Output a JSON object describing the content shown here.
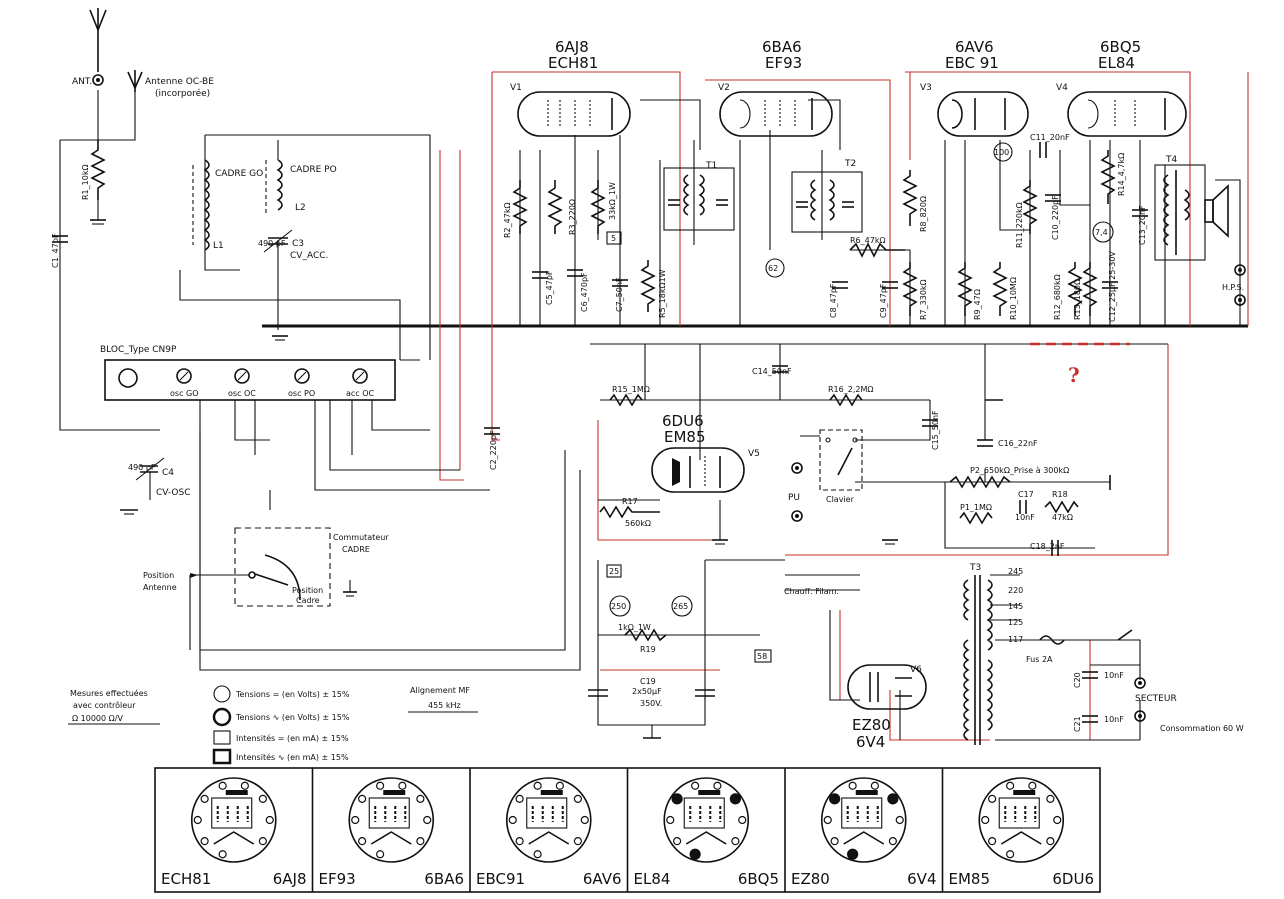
{
  "tubes": [
    {
      "id": "V1",
      "type1": "6AJ8",
      "type2": "ECH81"
    },
    {
      "id": "V2",
      "type1": "6BA6",
      "type2": "EF93"
    },
    {
      "id": "V3",
      "type1": "6AV6",
      "type2": "EBC 91"
    },
    {
      "id": "V4",
      "type1": "6BQ5",
      "type2": "EL84"
    },
    {
      "id": "V5",
      "type1": "6DU6",
      "type2": "EM85"
    },
    {
      "id": "V6",
      "type1": "EZ80",
      "type2": "6V4"
    }
  ],
  "antenna": {
    "ant": "ANT.",
    "oc_be": "Antenne OC-BE",
    "incorporee": "(incorporée)"
  },
  "components": {
    "r1": "R1_10kΩ",
    "c1": "C1_47pF",
    "cadre_go": "CADRE GO",
    "l1": "L1",
    "cadre_po": "CADRE PO",
    "l2": "L2",
    "c3_val": "490 pF",
    "c3": "C3",
    "cv_acc": "CV_ACC.",
    "r2": "R2_47kΩ",
    "r3": "R3_220Ω",
    "r4": "33kΩ_1W",
    "c5": "C5_47pF",
    "c6": "C6_470pF",
    "c7": "C7_50nF",
    "r5": "R5_18kΩ1W",
    "t1": "T1",
    "t2": "T2",
    "c8": "C8_47pF",
    "r6": "R6_47kΩ",
    "c9": "C9_47pF",
    "r7": "R7_330kΩ",
    "r8": "R8_820Ω",
    "r9": "R9_47Ω",
    "r10": "R10_10MΩ",
    "r11": "R11_220kΩ",
    "c10": "C10_220pF",
    "c11": "C11_20nF",
    "r14": "R14_4,7kΩ",
    "r12": "R12_680kΩ",
    "r13": "R13_180Ω",
    "c12": "C12_25µF 25-30V",
    "c13": "C13_20nF",
    "t4": "T4",
    "hps": "H.P.S.",
    "c14": "C14_50nF",
    "r15": "R15_1MΩ",
    "r16": "R16_2,2MΩ",
    "c15": "C15_50nF",
    "c2": "C2_220pF",
    "c4_val": "490 pF",
    "c4": "C4",
    "cv_osc": "CV-OSC",
    "r17": "R17",
    "r17_val": "560kΩ",
    "c16": "C16_22nF",
    "p2": "P2_650kΩ_Prise à 300kΩ",
    "c17": "C17",
    "c17_val": "10nF",
    "r18": "R18",
    "r18_val": "47kΩ",
    "p1": "P1_1MΩ",
    "c18": "C18_2nF",
    "pu": "PU",
    "clavier": "Clavier",
    "r19_val": "1kΩ_1W",
    "r19": "R19",
    "c19": "C19",
    "c19_val": "2x50µF",
    "c19_v": "350V.",
    "t3": "T3",
    "chauff": "Chauff. Filam.",
    "fus": "Fus 2A",
    "c20": "C20",
    "c20_val": "10nF",
    "c21": "C21",
    "c21_val": "10nF",
    "secteur": "SECTEUR",
    "consommation": "Consommation 60 W",
    "taps": [
      "245",
      "220",
      "145",
      "125",
      "117"
    ],
    "v_100": "100",
    "v_74": "7,4",
    "v_62": "62",
    "v_250": "250",
    "v_265": "265",
    "i_5": "5",
    "i_25": "25",
    "i_58": "58",
    "question": "?"
  },
  "bloc": {
    "title": "BLOC_Type CN9P",
    "osc_go": "osc GO",
    "osc_oc": "osc OC",
    "osc_po": "osc PO",
    "acc_oc": "acc OC"
  },
  "commutateur": {
    "title1": "Commutateur",
    "title2": "CADRE",
    "pos_ant1": "Position",
    "pos_ant2": "Antenne",
    "pos_cadre1": "Position",
    "pos_cadre2": "Cadre"
  },
  "legend": {
    "mesures1": "Mesures effectuées",
    "mesures2": "avec contrôleur",
    "mesures3": "Ω 10000 Ω/V",
    "alignement": "Alignement MF",
    "freq": "455 kHz",
    "items": [
      "Tensions = (en Volts) ± 15%",
      "Tensions ∿ (en Volts) ± 15%",
      "Intensités = (en mA) ± 15%",
      "Intensités ∿ (en mA) ± 15%"
    ]
  },
  "bases": [
    {
      "a": "ECH81",
      "b": "6AJ8"
    },
    {
      "a": "EF93",
      "b": "6BA6"
    },
    {
      "a": "EBC91",
      "b": "6AV6"
    },
    {
      "a": "EL84",
      "b": "6BQ5"
    },
    {
      "a": "EZ80",
      "b": "6V4"
    },
    {
      "a": "EM85",
      "b": "6DU6"
    }
  ],
  "colors": {
    "ink": "#111111",
    "trace": "#c8302a",
    "paper": "#ffffff"
  }
}
